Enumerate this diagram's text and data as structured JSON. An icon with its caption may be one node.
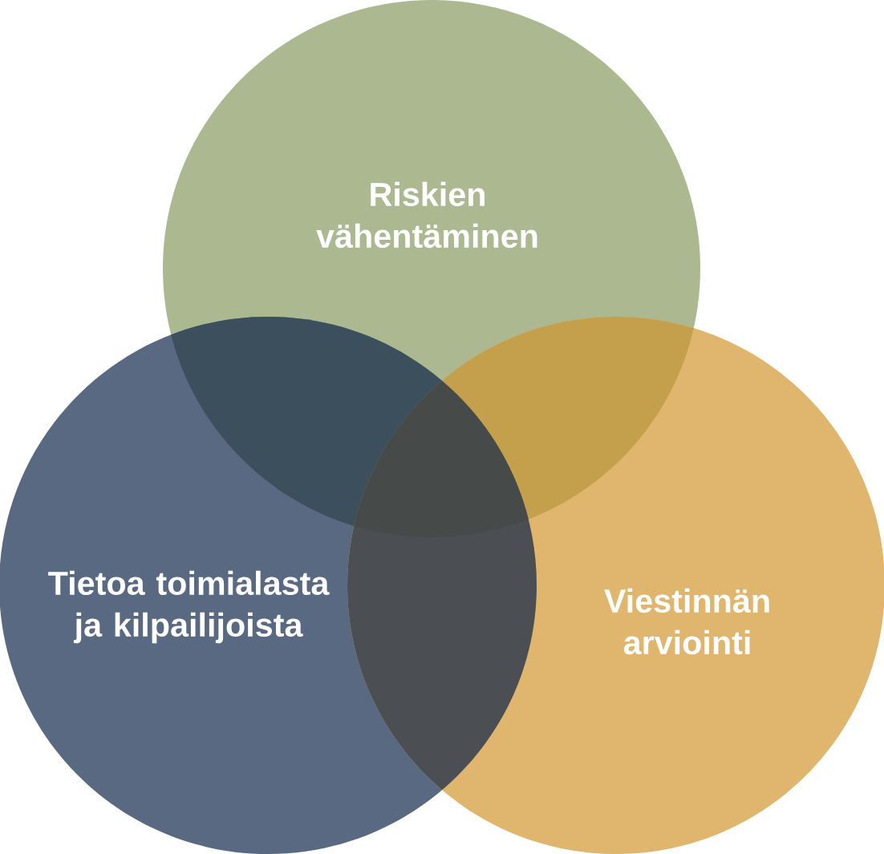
{
  "diagram": {
    "nodes": [
      {
        "text": [
          "Riskien vähentäminen"
        ]
      },
      {
        "text": [
          "Tietoa toimialasta ja kilpailijoista"
        ]
      },
      {
        "text": [
          "Viestinnän arviointi"
        ]
      }
    ],
    "edges": []
  }
}
